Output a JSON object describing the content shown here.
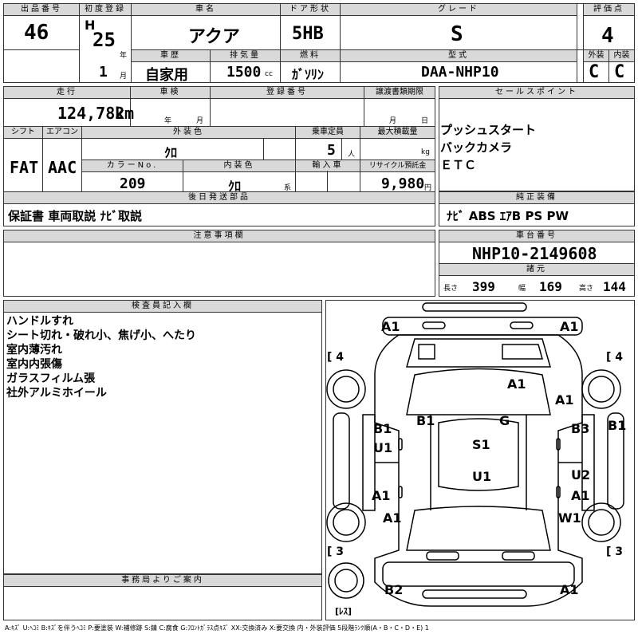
{
  "top": {
    "lot_label": "出品番号",
    "lot": "46",
    "reg_label": "初度登録",
    "era": "H",
    "year": "25",
    "year_unit": "年",
    "month": "1",
    "month_unit": "月",
    "name_label": "車名",
    "name": "アクア",
    "door_label": "ドア形状",
    "door": "5HB",
    "grade_label": "グレード",
    "grade": "S",
    "score_label": "評価点",
    "score": "4",
    "history_label": "車歴",
    "history": "自家用",
    "disp_label": "排気量",
    "disp": "1500",
    "disp_unit": "cc",
    "fuel_label": "燃料",
    "fuel": "ｶﾞｿﾘﾝ",
    "model_label": "型式",
    "model": "DAA-NHP10",
    "ext_label": "外装",
    "ext": "C",
    "int_label": "内装",
    "int": "C"
  },
  "mid": {
    "mileage_label": "走行",
    "mileage": "124,782",
    "mileage_unit": "km",
    "inspect_label": "車検",
    "inspect_year": "年",
    "inspect_month": "月",
    "regno_label": "登録番号",
    "transfer_label": "譲渡書類期限",
    "transfer_month": "月",
    "transfer_day": "日",
    "shift_label": "シフト",
    "shift": "FAT",
    "ac_label": "エアコン",
    "ac": "AAC",
    "color_label": "外装色",
    "color": "ｸﾛ",
    "capacity_label": "乗車定員",
    "capacity": "5",
    "capacity_unit": "人",
    "load_label": "最大積載量",
    "load_unit": "kg",
    "colorno_label": "カラーNo.",
    "colorno": "209",
    "intcolor_label": "内装色",
    "intcolor": "ｸﾛ",
    "intcolor_unit": "系",
    "import_label": "輸入車",
    "recycle_label": "リサイクル預託金",
    "recycle": "9,980",
    "recycle_unit": "円",
    "later_label": "後日発送部品",
    "later": "保証書 車両取説 ﾅﾋﾞ取説"
  },
  "sales": {
    "label": "セールスポイント",
    "items": [
      "プッシュスタート",
      "バックカメラ",
      "ＥＴＣ"
    ]
  },
  "equip": {
    "label": "純正装備",
    "value": "ﾅﾋﾞ ABS ｴｱB PS PW"
  },
  "caution": {
    "label": "注意事項欄"
  },
  "chassis": {
    "label": "車台番号",
    "value": "NHP10-2149608",
    "spec_label": "諸元",
    "len_label": "長さ",
    "len": "399",
    "wid_label": "幅",
    "wid": "169",
    "hgt_label": "高さ",
    "hgt": "144"
  },
  "inspector": {
    "label": "検査員記入欄",
    "notes": [
      "ハンドルすれ",
      "シート切れ・破れ小、焦げ小、へたり",
      "室内薄汚れ",
      "室内内張傷",
      "ガラスフィルム張",
      "社外アルミホイール"
    ]
  },
  "office": {
    "label": "事務局よりご案内"
  },
  "diagram": {
    "tl": "[ 4",
    "tr": "[ 4",
    "bl": "[ 3",
    "br": "[ 3",
    "spare": "[ﾚｽ]",
    "marks": {
      "front_l": "A1",
      "front_r": "A1",
      "hood": "A1",
      "front_fender_r": "A1",
      "windshield": "B1",
      "glass": "G",
      "roof": "S1",
      "roof2": "U1",
      "left_front_door_b": "B1",
      "left_front_door_u": "U1",
      "left_rear_door": "A1",
      "left_rear_fender": "A1",
      "right_front_door": "B3",
      "right_side": "B1",
      "right_rear_door_u": "U2",
      "right_rear_door_a": "A1",
      "right_rear_fender": "W1",
      "rear_l": "B2",
      "rear_r": "A1"
    }
  },
  "legend": "A:ｷｽﾞ U:ﾍｺﾐ B:ｷｽﾞを伴うﾍｺﾐ P:要塗装 W:補修跡 S:錆 C:腐食 G:ﾌﾛﾝﾄｶﾞﾗｽ点ｷｽﾞ XX:交換済み X:要交換 内・外装評価 5段階ﾗﾝｸ順(A・B・C・D・E) 1"
}
